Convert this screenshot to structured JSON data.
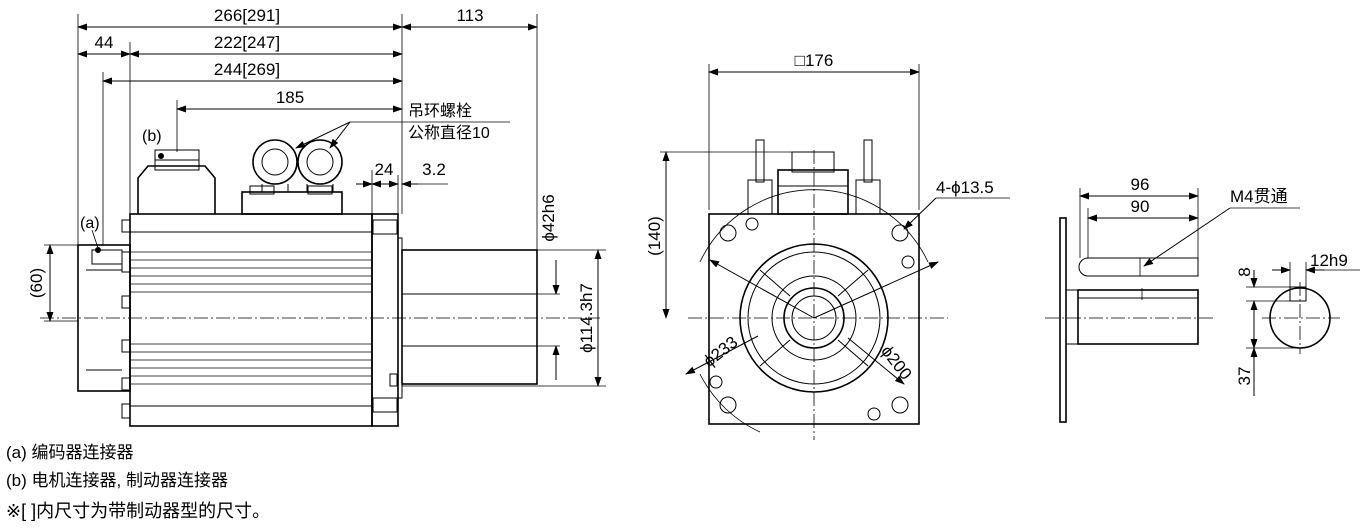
{
  "side_view": {
    "dims": {
      "total_length": "266[291]",
      "shaft_length": "113",
      "encoder_offset": "44",
      "body_length_a": "222[247]",
      "body_length_b": "244[269]",
      "eyebolt_position": "185",
      "flange_thickness": "24",
      "spigot_depth": "3.2",
      "encoder_height": "(60)",
      "shaft_diameter": "ϕ42h6",
      "spigot_diameter": "ϕ114.3h7"
    },
    "eyebolt_note_line1": "吊环螺栓",
    "eyebolt_note_line2": "公称直径10",
    "label_a": "(a)",
    "label_b": "(b)"
  },
  "front_view": {
    "dims": {
      "flange_square": "□176",
      "holes": "4-ϕ13.5",
      "height": "(140)",
      "bolt_circle": "ϕ233",
      "pilot_circle": "ϕ200"
    }
  },
  "shaft_view": {
    "dims": {
      "shaft_len_96": "96",
      "key_len_90": "90",
      "tapped_hole": "M4贯通",
      "key_width": "12h9",
      "key_depth_8": "8",
      "shaft_to_key_37": "37"
    }
  },
  "legend": {
    "line_a": "(a) 编码器连接器",
    "line_b": "(b) 电机连接器, 制动器连接器",
    "line_note": "※[   ]内尺寸为带制动器型的尺寸。"
  }
}
